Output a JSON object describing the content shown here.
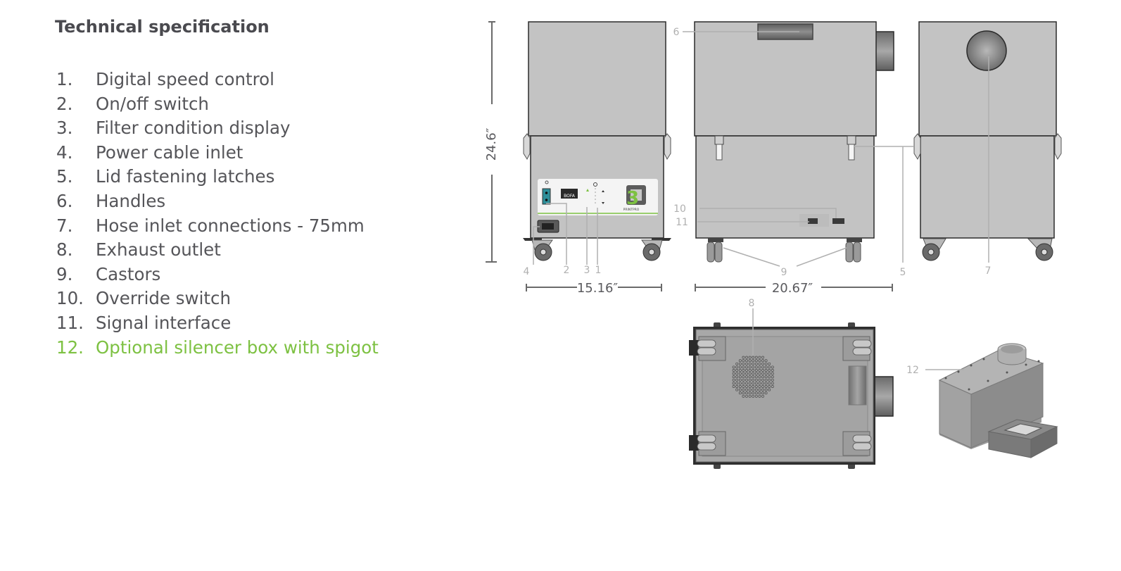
{
  "spec": {
    "title": "Technical specification",
    "items": [
      {
        "num": "1.",
        "label": "Digital speed control"
      },
      {
        "num": "2.",
        "label": "On/off switch"
      },
      {
        "num": "3.",
        "label": "Filter condition display"
      },
      {
        "num": "4.",
        "label": "Power cable inlet"
      },
      {
        "num": "5.",
        "label": "Lid fastening latches"
      },
      {
        "num": "6.",
        "label": "Handles"
      },
      {
        "num": "7.",
        "label": "Hose inlet connections - 75mm"
      },
      {
        "num": "8.",
        "label": "Exhaust outlet"
      },
      {
        "num": "9.",
        "label": "Castors"
      },
      {
        "num": "10.",
        "label": "Override switch"
      },
      {
        "num": "11.",
        "label": "Signal interface"
      },
      {
        "num": "12.",
        "label": "Optional silencer box with spigot"
      }
    ],
    "accent_color": "#7dc142",
    "text_color": "#555559"
  },
  "diagram": {
    "dimensions": {
      "height": "24.6″",
      "front_width": "15.16″",
      "side_width": "20.67″"
    },
    "callouts": {
      "c1": "1",
      "c2": "2",
      "c3": "3",
      "c4": "4",
      "c5": "5",
      "c6": "6",
      "c7": "7",
      "c8": "8",
      "c9": "9",
      "c10": "10",
      "c11": "11",
      "c12": "12"
    },
    "panel": {
      "brand": "BOFA",
      "logo_mark": "3D",
      "logo_text": "PRINTPRO"
    },
    "colors": {
      "body": "#c3c3c3",
      "outline": "#2b2b2b",
      "callout": "#b0b0b0",
      "dimension": "#6a6a6a",
      "logo_green": "#7dc142"
    }
  }
}
